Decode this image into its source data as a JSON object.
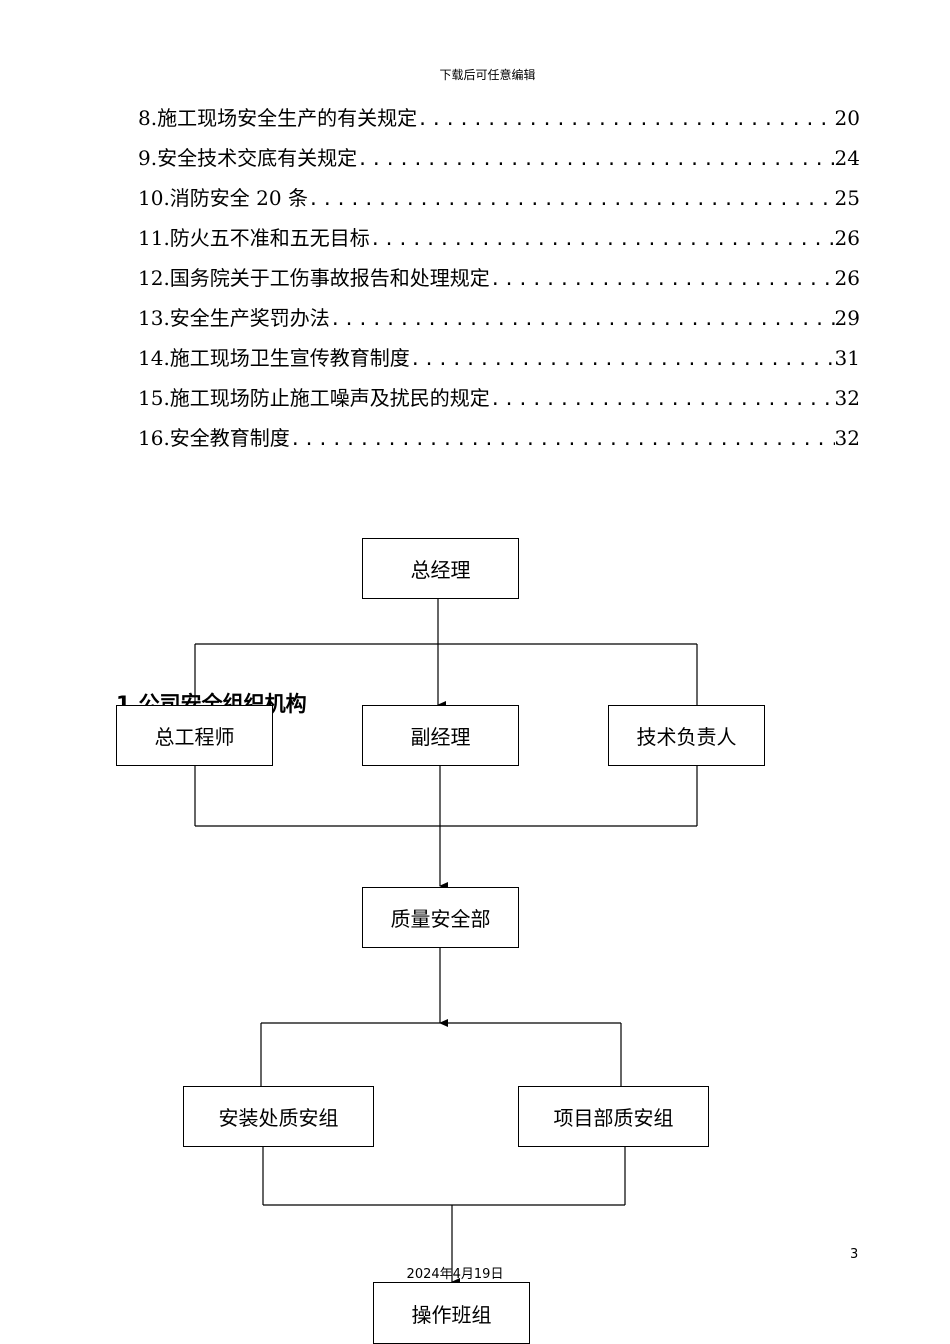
{
  "header": {
    "note": "下载后可任意编辑"
  },
  "toc": [
    {
      "title": "8.施工现场安全生产的有关规定",
      "page": "20"
    },
    {
      "title": "9.安全技术交底有关规定",
      "page": "24"
    },
    {
      "title": "10.消防安全 20 条",
      "page": "25"
    },
    {
      "title": "11.防火五不准和五无目标",
      "page": "26"
    },
    {
      "title": "12.国务院关于工伤事故报告和处理规定",
      "page": "26"
    },
    {
      "title": "13.安全生产奖罚办法",
      "page": "29"
    },
    {
      "title": "14.施工现场卫生宣传教育制度",
      "page": "31"
    },
    {
      "title": "15.施工现场防止施工噪声及扰民的规定",
      "page": "32"
    },
    {
      "title": "16.安全教育制度",
      "page": "32"
    }
  ],
  "section": {
    "heading": "1.公司安全组织机构"
  },
  "org_chart": {
    "general_manager": "总经理",
    "chief_engineer": "总工程师",
    "deputy_manager": "副经理",
    "technical_head": "技术负责人",
    "quality_safety_dept": "质量安全部",
    "installation_qs_group": "安装处质安组",
    "project_qs_group": "项目部质安组",
    "operation_team": "操作班组"
  },
  "footer": {
    "page_number": "3",
    "date": "2024年4月19日"
  }
}
